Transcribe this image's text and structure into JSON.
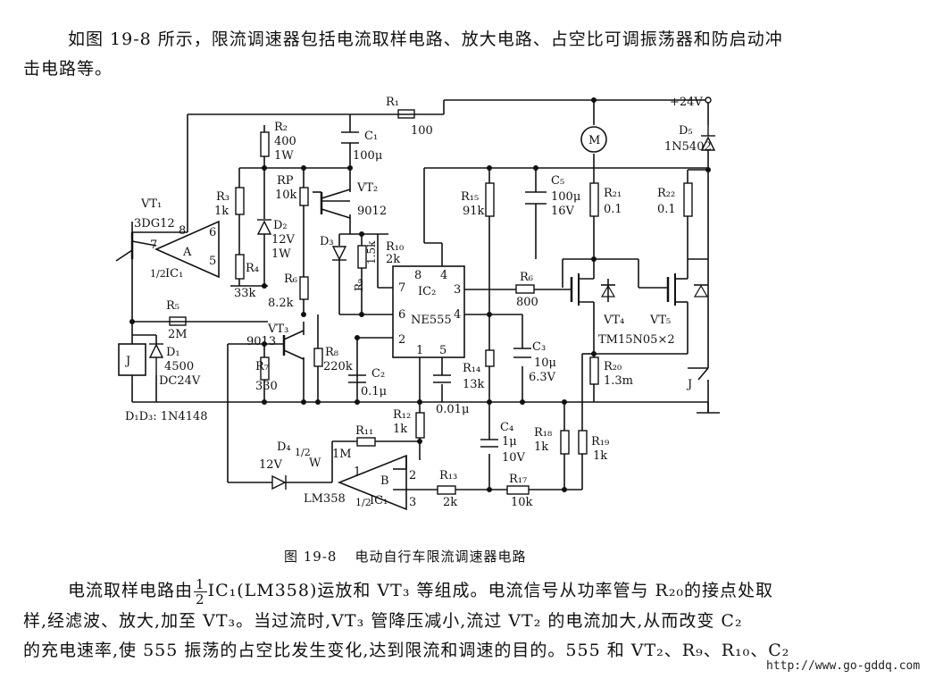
{
  "intro": {
    "line1": "如图 19-8 所示，限流调速器包括电流取样电路、放大电路、占空比可调振荡器和防启动冲",
    "line2": "击电路等。"
  },
  "figure": {
    "caption_num": "图 19-8",
    "caption_text": "电动自行车限流调速器电路",
    "labels": {
      "supply": "+24V",
      "r1": "R₁",
      "r1v": "100",
      "r2": "R₂",
      "r2v": "400",
      "r2p": "1W",
      "c1": "C₁",
      "c1v": "100μ",
      "motor": "M",
      "d5": "D₅",
      "d5v": "1N5402",
      "vt1": "VT₁",
      "vt1v": "3DG12",
      "r3": "R₃",
      "r3v": "1k",
      "rp": "RP",
      "rpv": "10k",
      "vt2": "VT₂",
      "vt2v": "9012",
      "d2": "D₂",
      "d2v": "12V",
      "d2p": "1W",
      "r4": "R₄",
      "r4v": "33k",
      "r6b": "R₆",
      "r6bv": "8.2k",
      "opa": "A",
      "ic1": "IC₁",
      "half": "1/2",
      "pin8": "8",
      "pin7": "7",
      "pin6": "6",
      "pin5": "5",
      "r5": "R₅",
      "r5v": "2M",
      "d3": "D₃",
      "r9": "R₉",
      "r9v": "1.5k",
      "r10": "R₁₀",
      "r10v": "2k",
      "r15": "R₁₅",
      "r15v": "91k",
      "c5": "C₅",
      "c5v": "100μ",
      "c5w": "16V",
      "r21": "R₂₁",
      "r21v": "0.1",
      "r22": "R₂₂",
      "r22v": "0.1",
      "ic2": "IC₂",
      "ne555": "NE555",
      "p7": "7",
      "p8": "8",
      "p4": "4",
      "p3": "3",
      "p6": "6",
      "p4b": "4",
      "p2": "2",
      "p1": "1",
      "p5": "5",
      "r6": "R₆",
      "r6v": "800",
      "vt3": "VT₃",
      "vt3v": "9013",
      "vt4": "VT₄",
      "vt5": "VT₅",
      "vt45v": "TM15N05×2",
      "relay": "J",
      "d1": "D₁",
      "d1v": "4500",
      "d1w": "DC24V",
      "r7": "R₇",
      "r7v": "330",
      "r8": "R₈",
      "r8v": "220k",
      "c2": "C₂",
      "c2v": "0.1μ",
      "r14": "R₁₄",
      "r14v": "13k",
      "c3": "C₃",
      "c3v": "10μ",
      "c3w": "6.3V",
      "r20": "R₂₀",
      "r20v": "1.3m",
      "relay2": "J",
      "dnote": "D₁D₃: 1N4148",
      "r12": "R₁₂",
      "r12v": "1k",
      "cap001": "0.01μ",
      "r11": "R₁₁",
      "r11v": "1M",
      "d4": "D₄",
      "d4v": "12V",
      "d4w": "W",
      "d4h": "1/2",
      "opb": "B",
      "pin1": "1",
      "pin2": "2",
      "pin3": "3",
      "lm358": "LM358",
      "ic1b": "IC₁",
      "halfb": "1/2",
      "r13": "R₁₃",
      "r13v": "2k",
      "c4": "C₄",
      "c4v": "1μ",
      "c4w": "10V",
      "r18": "R₁₈",
      "r18v": "1k",
      "r19": "R₁₉",
      "r19v": "1k",
      "r17": "R₁₇",
      "r17v": "10k"
    }
  },
  "body": {
    "l1a": "电流取样电路由",
    "frac_num": "1",
    "frac_den": "2",
    "l1b": "IC₁(LM358)运放和 VT₃ 等组成。电流信号从功率管与 R₂₀的接点处取",
    "line2": "样,经滤波、放大,加至 VT₃。当过流时,VT₃ 管降压减小,流过 VT₂ 的电流加大,从而改变 C₂",
    "line3": "的充电速率,使 555 振荡的占空比发生变化,达到限流和调速的目的。555 和 VT₂、R₉、R₁₀、C₂"
  },
  "watermark": "http://www.go-gddq.com"
}
